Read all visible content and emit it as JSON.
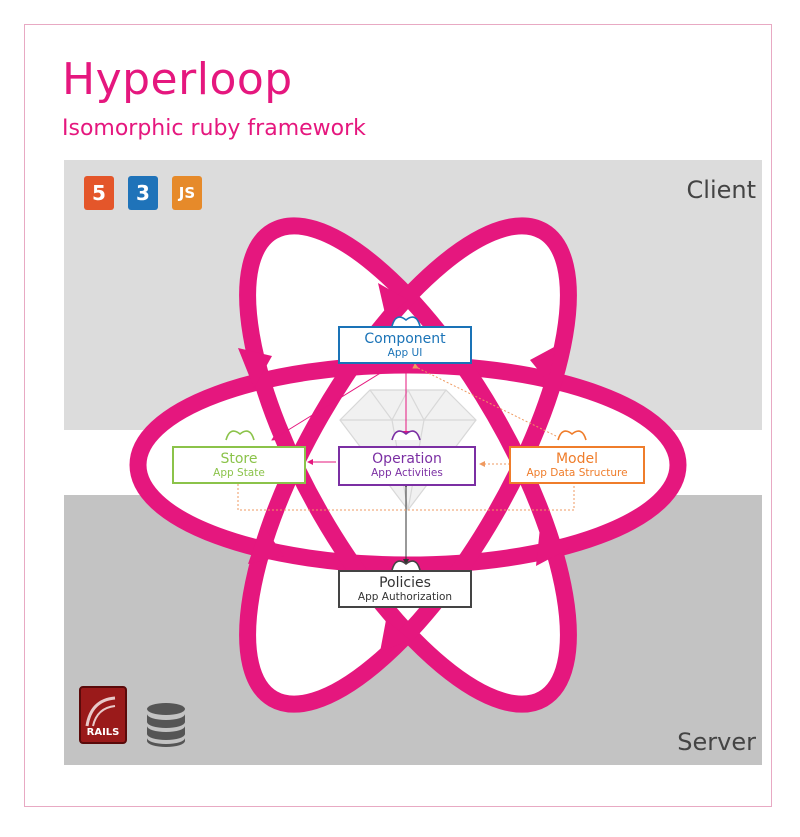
{
  "header": {
    "title": "Hyperloop",
    "subtitle": "Isomorphic ruby framework"
  },
  "regions": {
    "client": "Client",
    "server": "Server"
  },
  "tech_badges": [
    {
      "icon": "html5-icon",
      "glyph": "5",
      "color": "#e4562a"
    },
    {
      "icon": "css3-icon",
      "glyph": "3",
      "color": "#1f73b9"
    },
    {
      "icon": "js-icon",
      "glyph": "JS",
      "color": "#e68a2a"
    }
  ],
  "server_icons": {
    "rails_label": "RAILS",
    "rails_icon": "rails-logo-icon",
    "database_icon": "database-icon"
  },
  "nodes": {
    "component": {
      "title": "Component",
      "subtitle": "App UI",
      "color": "#1a73b7"
    },
    "store": {
      "title": "Store",
      "subtitle": "App State",
      "color": "#8bc34a"
    },
    "operation": {
      "title": "Operation",
      "subtitle": "App Activities",
      "color": "#7b2fa3"
    },
    "model": {
      "title": "Model",
      "subtitle": "App Data Structure",
      "color": "#ef7d2b"
    },
    "policies": {
      "title": "Policies",
      "subtitle": "App Authorization",
      "color": "#444444"
    }
  },
  "colors": {
    "accent": "#e5177e",
    "client_band": "#dcdcdc",
    "server_band": "#c3c3c3"
  }
}
